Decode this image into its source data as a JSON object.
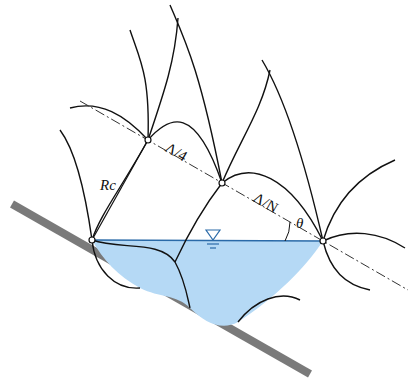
{
  "diagram": {
    "labels": [
      "Rc",
      "Λ/4",
      "Λ/N",
      "θ"
    ]
  }
}
